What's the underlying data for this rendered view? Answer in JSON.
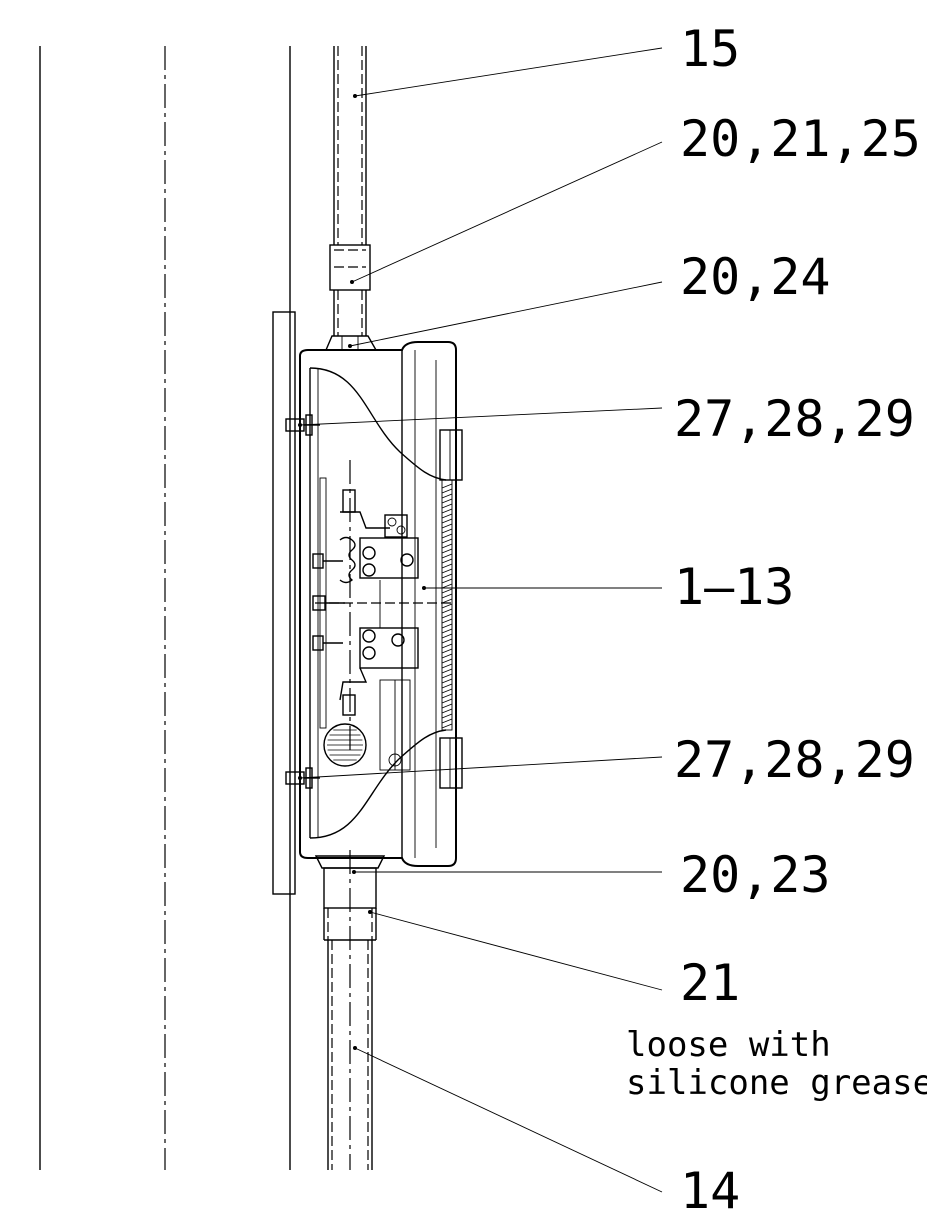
{
  "callouts": [
    {
      "id": "c15",
      "text": "15"
    },
    {
      "id": "c202125",
      "text": "20,21,25"
    },
    {
      "id": "c2024",
      "text": "20,24"
    },
    {
      "id": "c272829a",
      "text": "27,28,29"
    },
    {
      "id": "c113",
      "text": "1–13"
    },
    {
      "id": "c272829b",
      "text": "27,28,29"
    },
    {
      "id": "c2023",
      "text": "20,23"
    },
    {
      "id": "c21",
      "text": "21"
    },
    {
      "id": "c14",
      "text": "14"
    }
  ],
  "note": {
    "line1": "loose with",
    "line2": "silicone grease"
  }
}
